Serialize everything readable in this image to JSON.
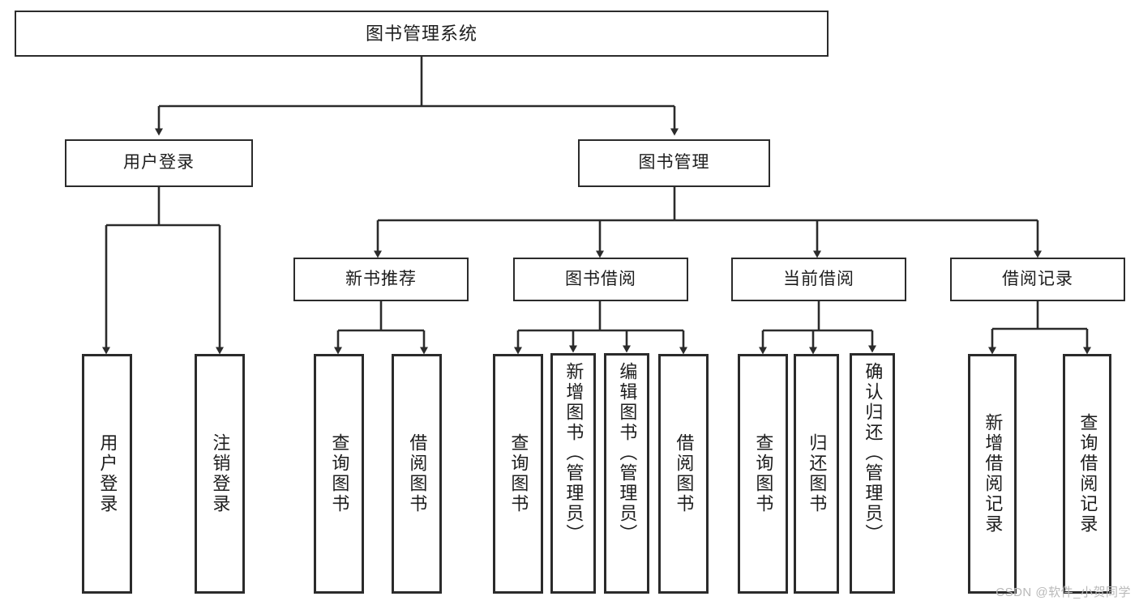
{
  "diagram": {
    "title": "图书管理系统",
    "type": "hierarchy-tree",
    "root": {
      "label": "图书管理系统"
    },
    "level2": [
      {
        "label": "用户登录"
      },
      {
        "label": "图书管理"
      }
    ],
    "level3": [
      {
        "label": "新书推荐"
      },
      {
        "label": "图书借阅"
      },
      {
        "label": "当前借阅"
      },
      {
        "label": "借阅记录"
      }
    ],
    "leaves": {
      "user_login": [
        {
          "label": "用户登录"
        },
        {
          "label": "注销登录"
        }
      ],
      "new_book_recommend": [
        {
          "label": "查询图书"
        },
        {
          "label": "借阅图书"
        }
      ],
      "book_borrow": [
        {
          "label": "查询图书"
        },
        {
          "label": "新增图书（管理员）"
        },
        {
          "label": "编辑图书（管理员）"
        },
        {
          "label": "借阅图书"
        }
      ],
      "current_borrow": [
        {
          "label": "查询图书"
        },
        {
          "label": "归还图书"
        },
        {
          "label": "确认归还（管理员）"
        }
      ],
      "borrow_record": [
        {
          "label": "新增借阅记录"
        },
        {
          "label": "查询借阅记录"
        }
      ]
    }
  },
  "watermark": {
    "text": "CSDN @软件_小贺同学"
  },
  "colors": {
    "border": "#2b2b2b",
    "background": "#ffffff",
    "text": "#1d1d1d",
    "watermark": "#b9b9b9"
  }
}
